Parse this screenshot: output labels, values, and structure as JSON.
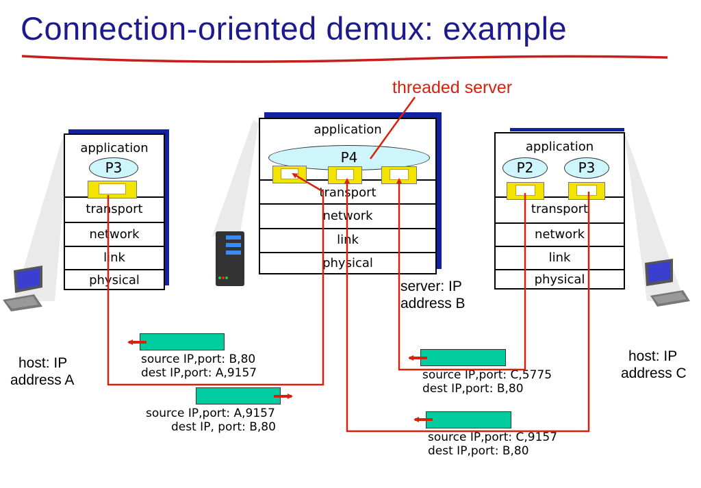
{
  "title": "Connection-oriented demux: example",
  "annotation": "threaded server",
  "layers": [
    "application",
    "transport",
    "network",
    "link",
    "physical"
  ],
  "hosts": {
    "a": {
      "label_line1": "host: IP",
      "label_line2": "address A",
      "processes": [
        "P3"
      ]
    },
    "server": {
      "label_line1": "server: IP",
      "label_line2": "address B",
      "processes": [
        "P4"
      ]
    },
    "c": {
      "label_line1": "host: IP",
      "label_line2": "address C",
      "processes": [
        "P2",
        "P3"
      ]
    }
  },
  "segments": [
    {
      "line1": "source IP,port: B,80",
      "line2": "dest IP,port: A,9157"
    },
    {
      "line1": "source IP,port: A,9157",
      "line2": "dest IP, port: B,80"
    },
    {
      "line1": "source IP,port: C,5775",
      "line2": "dest IP,port: B,80"
    },
    {
      "line1": "source IP,port: C,9157",
      "line2": "dest IP,port: B,80"
    }
  ],
  "colors": {
    "title": "#1d1a8e",
    "arrow": "#d8200c",
    "segment": "#00cc9f",
    "socket": "#f3e300",
    "process": "#cdf5fb",
    "stack_shadow": "#1121a0"
  }
}
